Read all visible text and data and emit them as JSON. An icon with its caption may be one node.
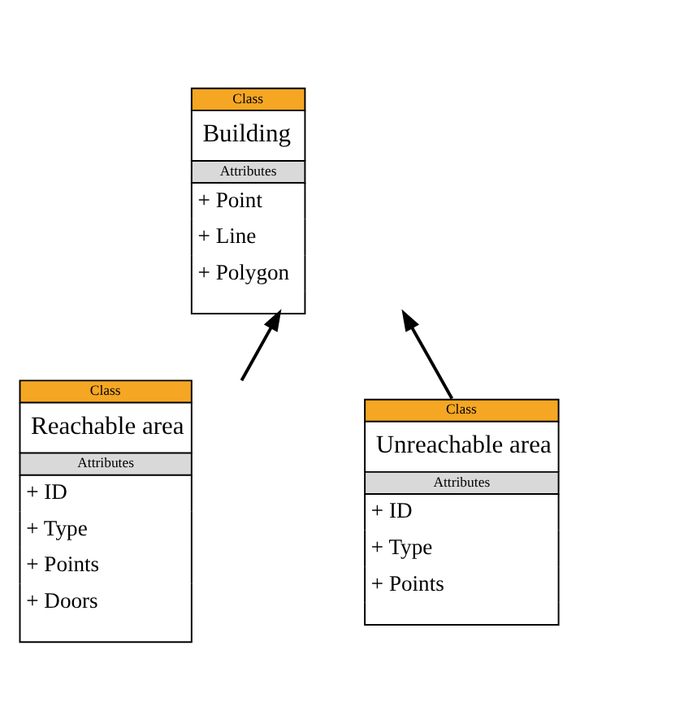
{
  "diagram": {
    "nodes": [
      {
        "text": [
          "Class",
          "Building",
          "Attributes",
          "+ Point",
          "+ Line",
          "+ Polygon"
        ]
      },
      {
        "text": [
          "Class",
          "Reachable area",
          "Attributes",
          "+ ID",
          "+ Type",
          "+ Points",
          "+ Doors"
        ]
      },
      {
        "text": [
          "Class",
          "Unreachable area",
          "Attributes",
          "+ ID",
          "+ Type",
          "+ Points"
        ]
      }
    ],
    "edges": [
      {
        "from": 1,
        "to": 0,
        "arrow": "to"
      },
      {
        "from": 2,
        "to": 0,
        "arrow": "to"
      }
    ]
  }
}
